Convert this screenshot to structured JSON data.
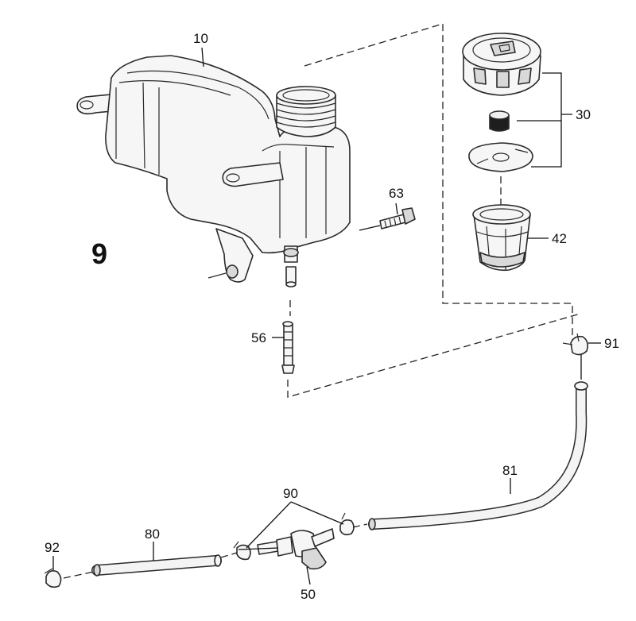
{
  "figure": {
    "number": "9"
  },
  "callouts": {
    "p10": "10",
    "p30": "30",
    "p42": "42",
    "p50": "50",
    "p56": "56",
    "p63": "63",
    "p80": "80",
    "p81": "81",
    "p90": "90",
    "p91": "91",
    "p92": "92"
  }
}
